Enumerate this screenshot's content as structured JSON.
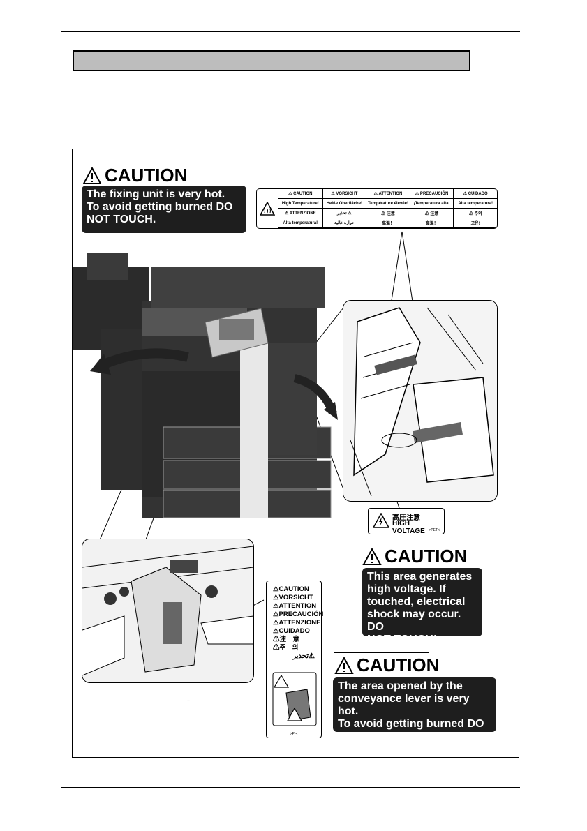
{
  "caution_heading": "CAUTION",
  "notices": {
    "fixing_unit": "The fixing unit is very hot.\nTo avoid getting burned DO\nNOT TOUCH.",
    "high_voltage": "This area generates\nhigh voltage.  If\ntouched, electrical\nshock may occur. DO\nNOT TOUCH!",
    "conveyance": "The area opened by the\nconveyance lever is very hot.\nTo avoid getting burned DO\nNOT TOUCH."
  },
  "temperature_label": {
    "cells": [
      "⚠ CAUTION",
      "⚠ VORSICHT",
      "⚠ ATTENTION",
      "⚠ PRECAUCIÓN",
      "⚠ CUIDADO",
      "High Temperature!",
      "Heiße Oberfläche!",
      "Température élevée!",
      "¡Temperatura alta!",
      "Alta temperatura!",
      "⚠ ATTENZIONE",
      "تحذير ⚠",
      "⚠ 注意",
      "⚠ 注意",
      "⚠ 주의",
      "Alta temperatura!",
      "حرارة عالية",
      "高温！",
      "高温！",
      "고온!"
    ]
  },
  "hv_label": {
    "line1": "高圧注意",
    "line2": "HIGH VOLTAGE",
    "code": ">PET<"
  },
  "side_label": {
    "items": [
      "⚠CAUTION",
      "⚠VORSICHT",
      "⚠ATTENTION",
      "⚠PRECAUCIÓN",
      "⚠ATTENZIONE",
      "⚠CUIDADO",
      "⚠注　意",
      "⚠주　의"
    ],
    "arabic": "تحذير⚠",
    "code": ">PI<"
  },
  "colors": {
    "section_bar": "#bdbdbd",
    "notice_box": "#1e1e1e"
  }
}
